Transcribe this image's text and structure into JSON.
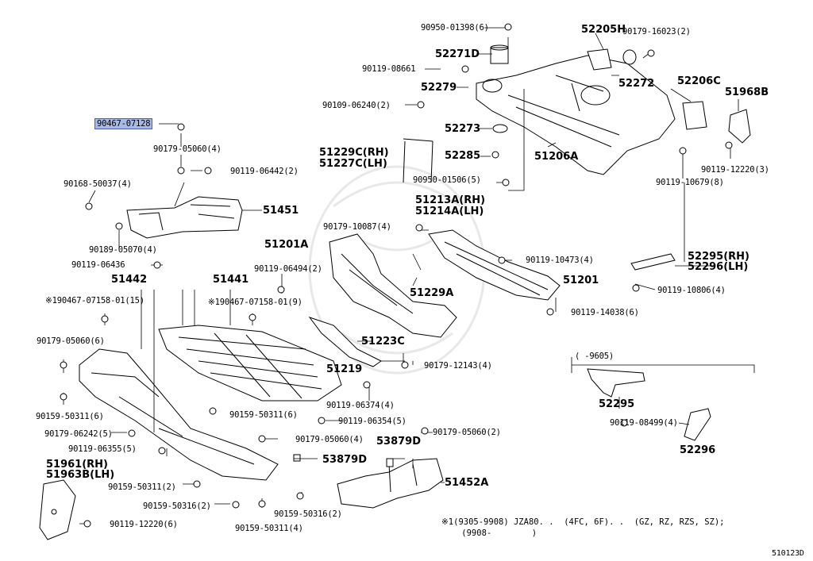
{
  "diagram_id": "510123D",
  "selected_part": "90467-07128",
  "labels": {
    "p9046707128": "90467-07128",
    "p9017905060_4": "90179-05060(4)",
    "p9011906442": "90119-06442(2)",
    "p9016850037": "90168-50037(4)",
    "p51451": "51451",
    "p9018905070": "90189-05070(4)",
    "p9011906436": "90119-06436",
    "p51442": "51442",
    "p51441": "51441",
    "p9046707158_15": "※190467-07158-01(15)",
    "p9046707158_9": "※190467-07158-01(9)",
    "p9017905060_6": "90179-05060(6)",
    "p9015950311_6a": "90159-50311(6)",
    "p9015950311_6b": "90159-50311(6)",
    "p9017906242": "90179-06242(5)",
    "p9011906355": "90119-06355(5)",
    "p9011906354": "90119-06354(5)",
    "p9011906374": "90119-06374(4)",
    "p51219": "51219",
    "p51223C": "51223C",
    "p9017912143": "90179-12143(4)",
    "p9017905060_4b": "90179-05060(4)",
    "p53879D_a": "53879D",
    "p53879D_b": "53879D",
    "p9017905060_2": "90179-05060(2)",
    "p51452A": "51452A",
    "p51961": "51961(RH)",
    "p51963B": "51963B(LH)",
    "p9015950311_2": "90159-50311(2)",
    "p9015950316_2a": "90159-50316(2)",
    "p9015950316_2b": "90159-50316(2)",
    "p9015950311_4": "90159-50311(4)",
    "p9011912220_6": "90119-12220(6)",
    "p9095001398": "90950-01398(6)",
    "p52271D": "52271D",
    "p9011908661": "90119-08661",
    "p52279": "52279",
    "p9010906240": "90109-06240(2)",
    "p52273": "52273",
    "p52285": "52285",
    "p51206A": "51206A",
    "p51229C": "51229C(RH)",
    "p51227C": "51227C(LH)",
    "p9095001506": "90950-01506(5)",
    "p52205H": "52205H",
    "p9017916023": "90179-16023(2)",
    "p52272": "52272",
    "p52206C": "52206C",
    "p51968B": "51968B",
    "p9011912220_3": "90119-12220(3)",
    "p9011910679": "90119-10679(8)",
    "p51213A": "51213A(RH)",
    "p51214A": "51214A(LH)",
    "p9017910087": "90179-10087(4)",
    "p51201A": "51201A",
    "p9011906494": "90119-06494(2)",
    "p9011910473": "90119-10473(4)",
    "p51201": "51201",
    "p51229A": "51229A",
    "p9011914038": "90119-14038(6)",
    "p52295RH": "52295(RH)",
    "p52296LH": "52296(LH)",
    "p9011910806": "90119-10806(4)",
    "p9605": "(      -9605)",
    "p52295": "52295",
    "p9011908499": "90119-08499(4)",
    "p52296": "52296"
  },
  "footnote": {
    "line1": "※1(9305-9908) JZA80. .  (4FC, 6F). .  (GZ, RZ, RZS, SZ);",
    "line2": "    (9908-        )"
  }
}
